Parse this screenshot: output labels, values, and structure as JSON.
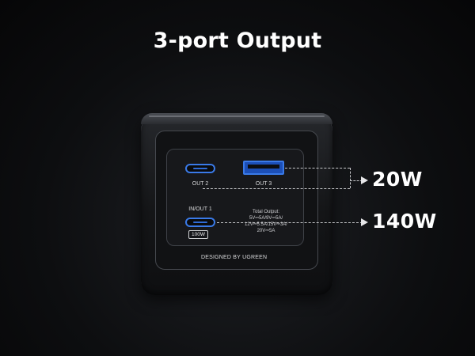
{
  "heading": {
    "title": "3-port Output"
  },
  "device": {
    "ports": [
      {
        "label": "OUT 2",
        "type": "usb-c"
      },
      {
        "label": "OUT 3",
        "type": "usb-a"
      },
      {
        "label": "IN/OUT 1",
        "type": "usb-c",
        "badge": "100W"
      }
    ],
    "spec_lines": [
      "Total Output:",
      "5V⎓5A/9V⎓5A/",
      "12V⎓5.5A/15V⎓3A/",
      "20V⎓5A"
    ],
    "brand": "DESIGNED BY UGREEN"
  },
  "callouts": [
    {
      "value": "20W"
    },
    {
      "value": "140W"
    }
  ],
  "colors": {
    "port_accent": "#3a7ae8",
    "background": "#0d0e10"
  }
}
